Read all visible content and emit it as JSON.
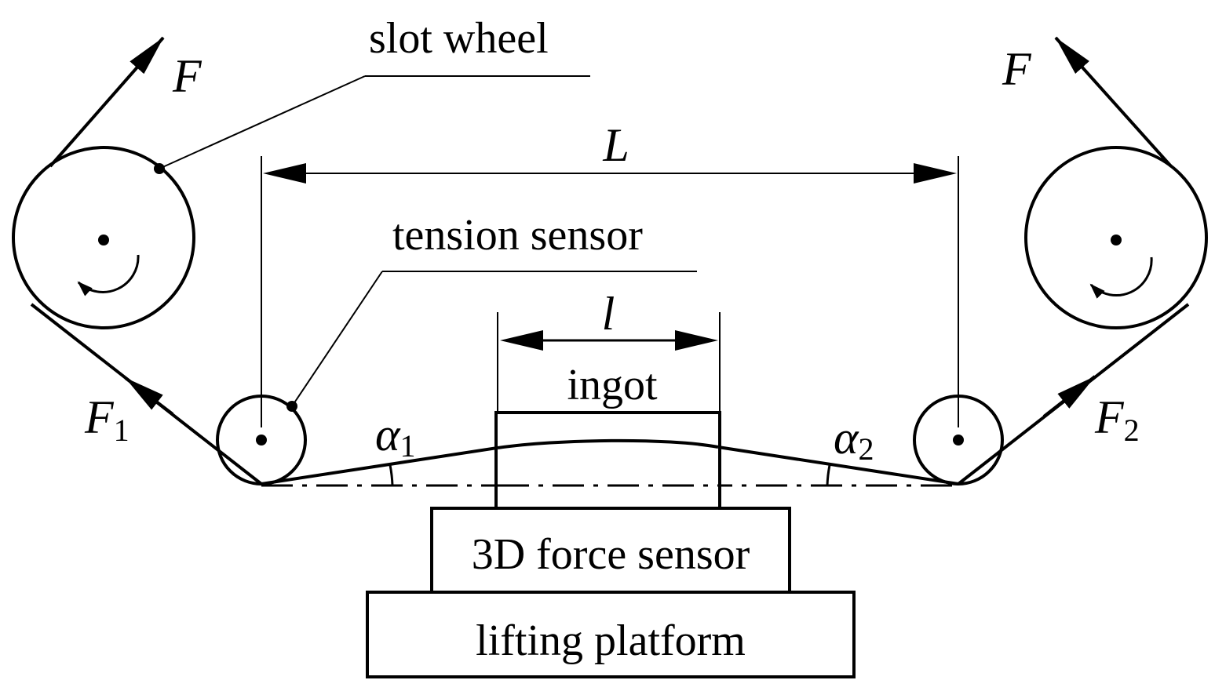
{
  "labels": {
    "slot_wheel": "slot wheel",
    "tension_sensor": "tension sensor",
    "ingot": "ingot",
    "force_sensor": "3D force sensor",
    "lifting_platform": "lifting platform"
  },
  "symbols": {
    "F_left": "F",
    "F_right": "F",
    "L": "L",
    "l": "l",
    "F1": {
      "base": "F",
      "sub": "1"
    },
    "F2": {
      "base": "F",
      "sub": "2"
    },
    "alpha1": {
      "base": "α",
      "sub": "1"
    },
    "alpha2": {
      "base": "α",
      "sub": "2"
    }
  }
}
